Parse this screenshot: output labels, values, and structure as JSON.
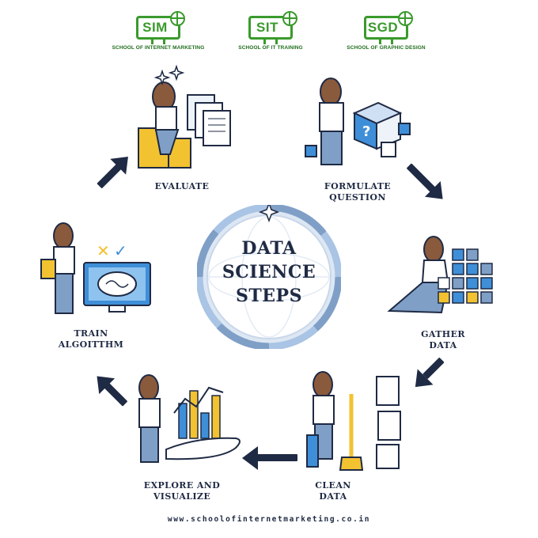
{
  "logos": [
    {
      "code": "SIM",
      "subtitle": "SCHOOL OF INTERNET MARKETING"
    },
    {
      "code": "SIT",
      "subtitle": "SCHOOL OF IT TRAINING"
    },
    {
      "code": "SGD",
      "subtitle": "SCHOOL OF GRAPHIC DESIGN"
    }
  ],
  "title": {
    "line1": "DATA",
    "line2": "SCIENCE",
    "line3": "STEPS"
  },
  "steps": {
    "evaluate": {
      "line1": "EVALUATE",
      "line2": ""
    },
    "formulate": {
      "line1": "FORMULATE",
      "line2": "QUESTION"
    },
    "gather": {
      "line1": "GATHER",
      "line2": "DATA"
    },
    "clean": {
      "line1": "CLEAN",
      "line2": "DATA"
    },
    "explore": {
      "line1": "EXPLORE AND",
      "line2": "VISUALIZE"
    },
    "train": {
      "line1": "TRAIN",
      "line2": "ALGOITTHM"
    }
  },
  "footer": {
    "url": "www.schoolofinternetmarketing.co.in"
  },
  "colors": {
    "navy": "#1f2a44",
    "logo_green": "#3a9a2c",
    "accent_blue": "#3f8fd8",
    "accent_yellow": "#f2c230",
    "ring_blue": "#a9c4e4",
    "ring_dark": "#7f9fc6"
  }
}
